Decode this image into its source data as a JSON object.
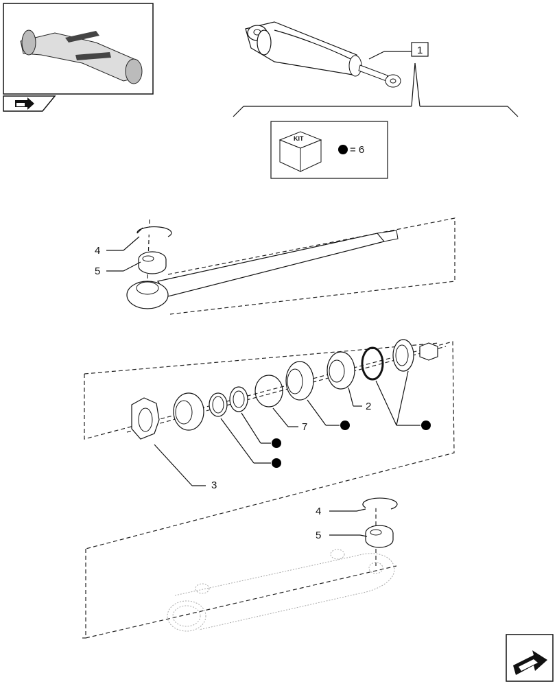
{
  "callouts": {
    "top_ref": "1",
    "kit_label": "KIT",
    "kit_equals": "= 6",
    "upper_rod": [
      "4",
      "5"
    ],
    "seals": [
      "2",
      "3",
      "7"
    ],
    "lower_body": [
      "4",
      "5"
    ]
  },
  "icons": {
    "kit": "kit-box-icon",
    "nav_small": "arrow-icon",
    "nav_large": "next-page-arrow-icon",
    "kit_marker": "black-dot"
  }
}
